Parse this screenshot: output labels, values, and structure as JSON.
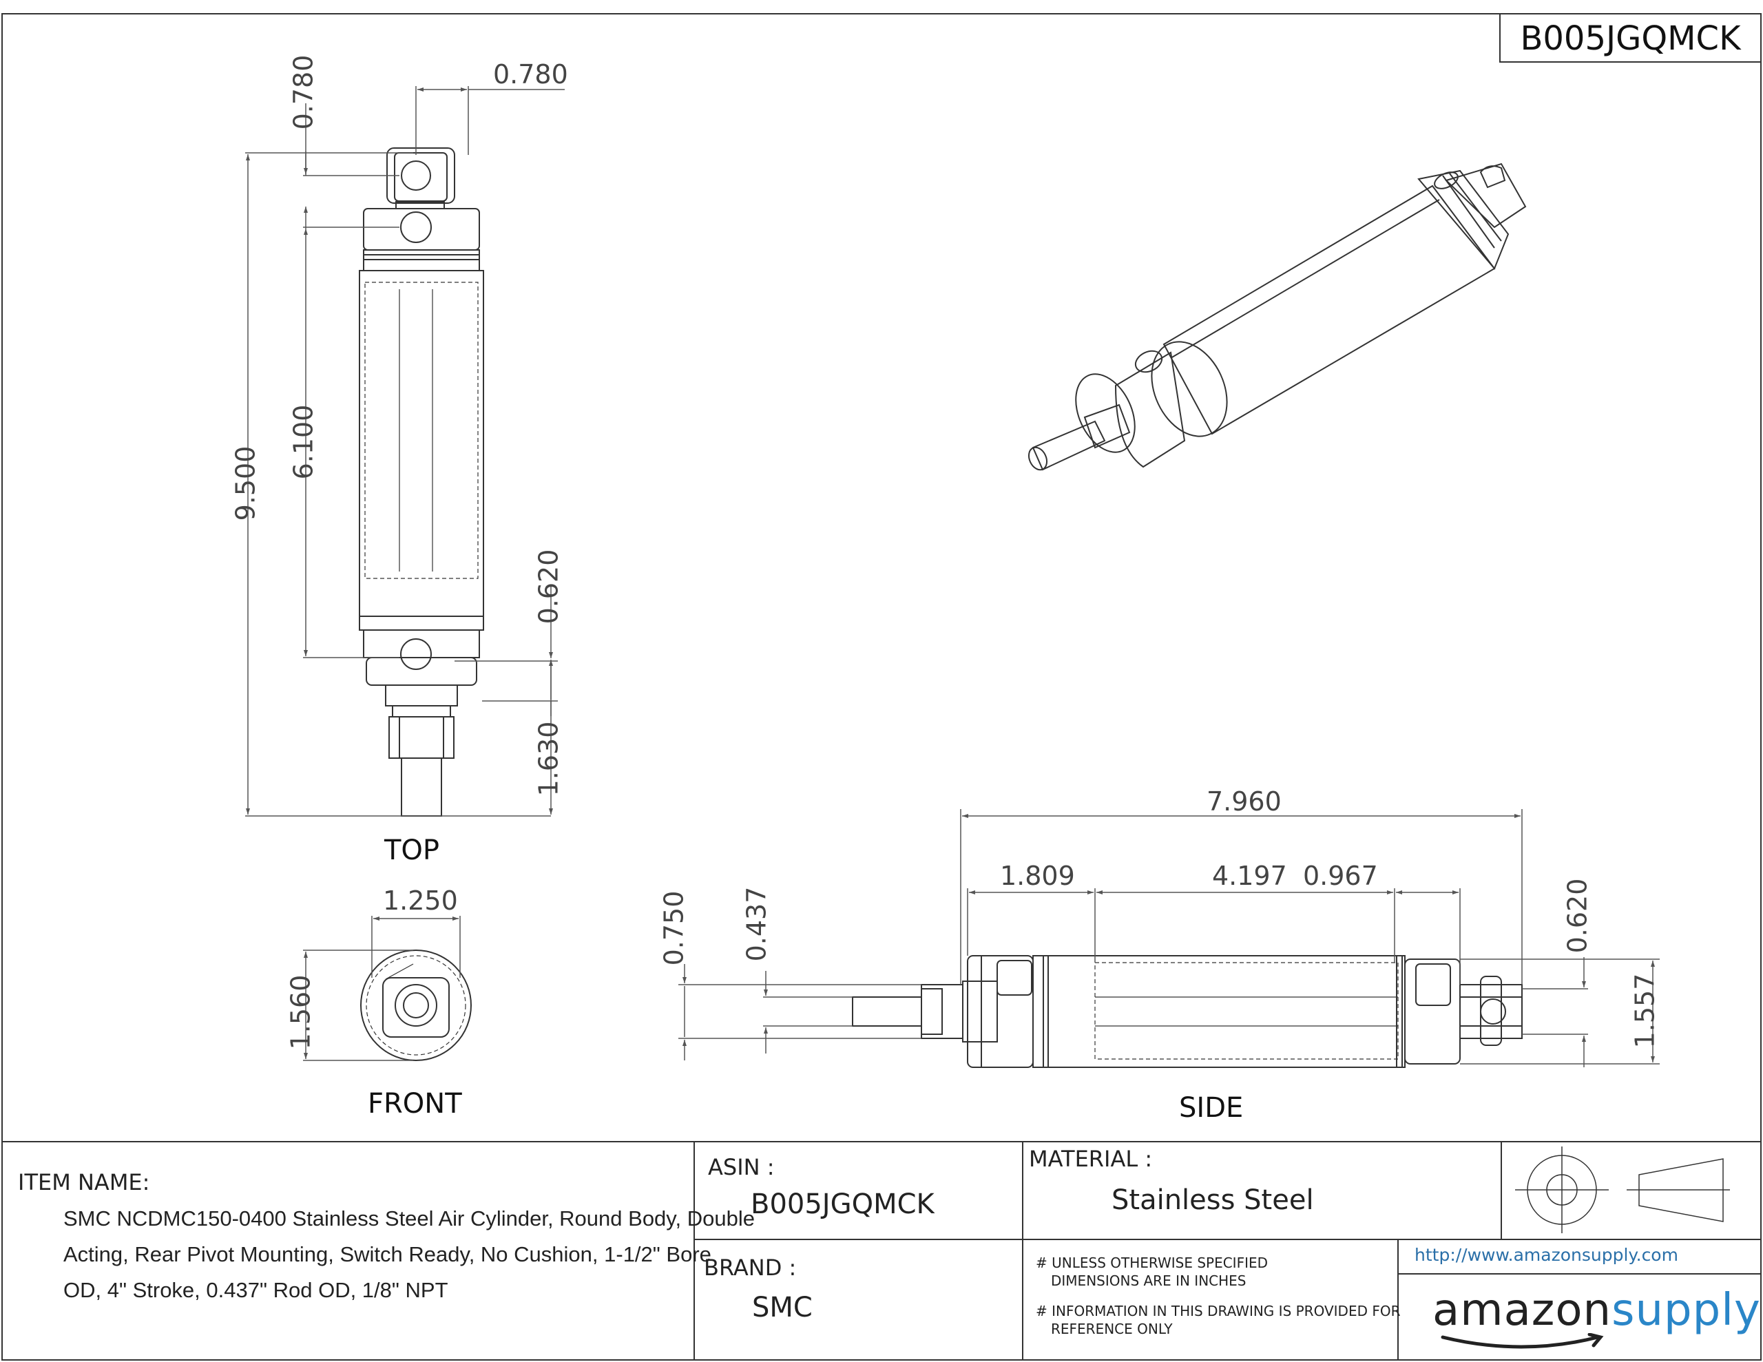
{
  "header": {
    "part_code": "B005JGQMCK"
  },
  "views": {
    "top": "TOP",
    "front": "FRONT",
    "side": "SIDE"
  },
  "dimensions": {
    "top_width": "0.780",
    "top_eye_height": "0.780",
    "top_overall": "9.500",
    "top_body": "6.100",
    "top_nose": "0.620",
    "top_rod": "1.630",
    "front_width": "1.250",
    "front_height": "1.560",
    "side_overall": "7.960",
    "side_a": "1.809",
    "side_b": "4.197",
    "side_c": "0.967",
    "side_left_outer": "0.750",
    "side_rod_dia": "0.437",
    "side_right_small": "0.620",
    "side_right_height": "1.557"
  },
  "title_block": {
    "item_name_label": "ITEM NAME:",
    "item_name_lines": [
      "SMC NCDMC150-0400 Stainless Steel Air Cylinder, Round Body, Double",
      "Acting, Rear Pivot Mounting, Switch Ready, No Cushion, 1-1/2\" Bore",
      "OD, 4\" Stroke, 0.437\" Rod OD, 1/8\" NPT"
    ],
    "asin_label": "ASIN :",
    "asin_value": "B005JGQMCK",
    "brand_label": "BRAND :",
    "brand_value": "SMC",
    "material_label": "MATERIAL :",
    "material_value": "Stainless Steel",
    "note1_line1": "# UNLESS OTHERWISE SPECIFIED",
    "note1_line2": "DIMENSIONS ARE IN INCHES",
    "note2_line1": "# INFORMATION IN THIS DRAWING IS PROVIDED FOR",
    "note2_line2": "REFERENCE ONLY",
    "url": "http://www.amazonsupply.com",
    "logo_word1": "amazon",
    "logo_word2": "supply"
  },
  "colors": {
    "line": "#333333",
    "dim": "#555555",
    "logo_blue": "#2a86c8",
    "logo_dark": "#222222"
  }
}
